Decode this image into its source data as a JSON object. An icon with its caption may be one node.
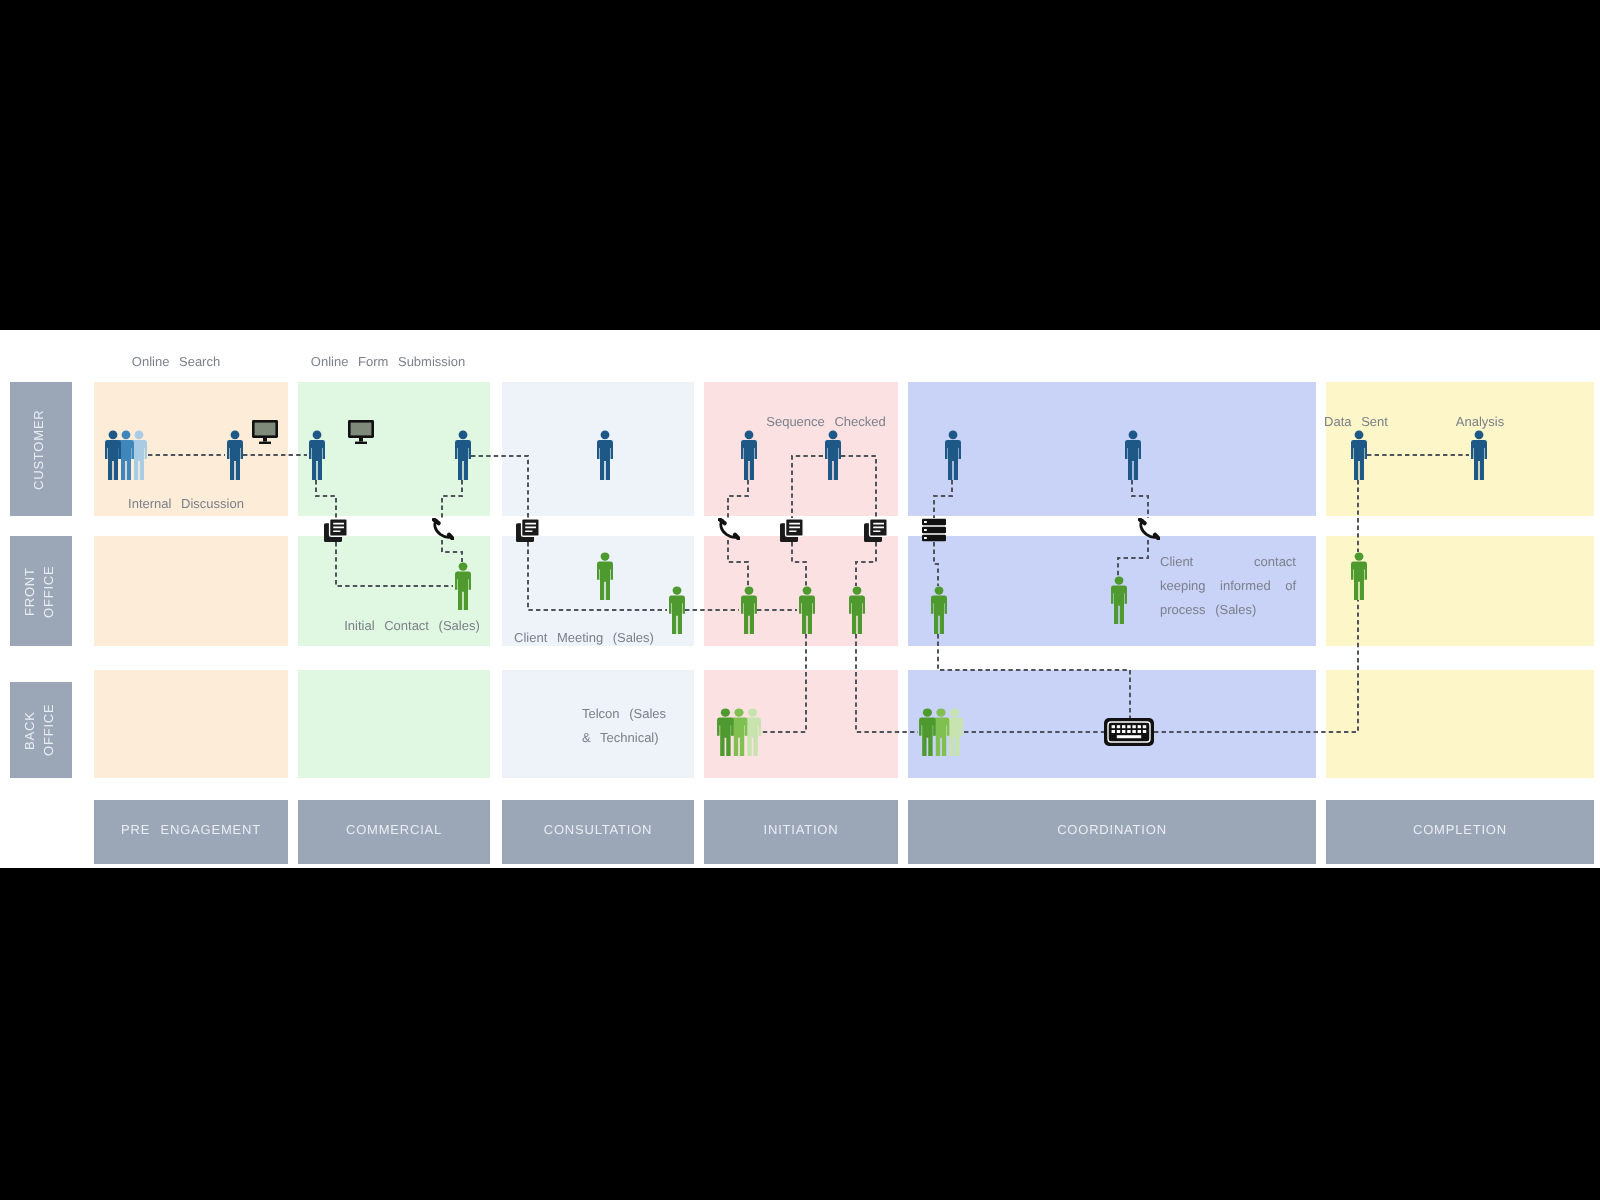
{
  "diagram": {
    "nodes": [
      {
        "text": [
          "CUSTOMER"
        ]
      },
      {
        "text": [],
        "shape": "people",
        "beside": [
          "Internal Discussion"
        ]
      },
      {
        "text": [],
        "shape": "person"
      },
      {
        "text": [],
        "shape": "person"
      },
      {
        "text": [],
        "shape": "person"
      },
      {
        "text": [],
        "shape": "person"
      },
      {
        "text": [],
        "shape": "person"
      },
      {
        "text": [],
        "shape": "person",
        "beside": [
          "Sequence Checked"
        ]
      },
      {
        "text": [],
        "shape": "person"
      },
      {
        "text": [],
        "shape": "person"
      },
      {
        "text": [],
        "shape": "person",
        "beside": [
          "Data Sent"
        ]
      },
      {
        "text": [],
        "shape": "person",
        "beside": [
          "Analysis"
        ]
      },
      {
        "text": [],
        "shape": "picture"
      },
      {
        "text": [],
        "shape": "picture"
      },
      {
        "text": [],
        "shape": "picture"
      },
      {
        "text": [],
        "shape": "picture"
      },
      {
        "text": [],
        "shape": "picture"
      },
      {
        "text": [],
        "shape": "picture"
      },
      {
        "text": [],
        "shape": "picture"
      },
      {
        "text": [],
        "shape": "picture"
      },
      {
        "text": [
          "FRONT OFFICE"
        ]
      },
      {
        "text": [],
        "shape": "person",
        "beside": [
          "Initial Contact (Sales)"
        ]
      },
      {
        "text": [],
        "shape": "person"
      },
      {
        "text": [],
        "shape": "person"
      },
      {
        "text": [],
        "shape": "person"
      },
      {
        "text": [],
        "shape": "person"
      },
      {
        "text": [],
        "shape": "person"
      },
      {
        "text": [],
        "shape": "person"
      },
      {
        "text": [],
        "shape": "person"
      },
      {
        "text": [],
        "shape": "person"
      },
      {
        "text": [
          "BACK OFFICE"
        ]
      },
      {
        "text": [],
        "shape": "people",
        "beside": [
          "Telcon (Sales & Technical)"
        ]
      },
      {
        "text": [],
        "shape": "people"
      },
      {
        "text": [],
        "shape": "picture"
      },
      {
        "text": [
          "PRE ENGAGEMENT"
        ]
      },
      {
        "text": [
          "COMMERCIAL"
        ]
      },
      {
        "text": [
          "CONSULTATION"
        ]
      },
      {
        "text": [
          "INITIATION"
        ]
      },
      {
        "text": [
          "COORDINATION"
        ]
      },
      {
        "text": [
          "COMPLETION"
        ]
      }
    ],
    "edges": [
      {
        "from": 1,
        "to": 2,
        "arrow": "none",
        "style": "dashed"
      },
      {
        "from": 2,
        "to": 3,
        "arrow": "none",
        "style": "dashed"
      },
      {
        "from": 3,
        "to": 12,
        "arrow": "none",
        "style": "dashed"
      },
      {
        "from": 12,
        "to": 21,
        "arrow": "none",
        "style": "dashed"
      },
      {
        "from": 4,
        "to": 13,
        "arrow": "none",
        "style": "dashed"
      },
      {
        "from": 13,
        "to": 21,
        "arrow": "none",
        "style": "dashed"
      },
      {
        "from": 4,
        "to": 14,
        "arrow": "none",
        "style": "dashed"
      },
      {
        "from": 14,
        "to": 23,
        "arrow": "none",
        "style": "dashed"
      },
      {
        "from": 23,
        "to": 24,
        "arrow": "none",
        "style": "dashed"
      },
      {
        "from": 24,
        "to": 25,
        "arrow": "none",
        "style": "dashed"
      },
      {
        "from": 6,
        "to": 15,
        "arrow": "none",
        "style": "dashed"
      },
      {
        "from": 15,
        "to": 24,
        "arrow": "none",
        "style": "dashed"
      },
      {
        "from": 7,
        "to": 16,
        "arrow": "none",
        "style": "dashed"
      },
      {
        "from": 16,
        "to": 25,
        "arrow": "none",
        "style": "dashed"
      },
      {
        "from": 7,
        "to": 17,
        "arrow": "none",
        "style": "dashed"
      },
      {
        "from": 17,
        "to": 26,
        "arrow": "none",
        "style": "dashed"
      },
      {
        "from": 25,
        "to": 31,
        "arrow": "none",
        "style": "dashed"
      },
      {
        "from": 26,
        "to": 32,
        "arrow": "none",
        "style": "dashed"
      },
      {
        "from": 8,
        "to": 18,
        "arrow": "none",
        "style": "dashed"
      },
      {
        "from": 18,
        "to": 27,
        "arrow": "none",
        "style": "dashed"
      },
      {
        "from": 27,
        "to": 33,
        "arrow": "none",
        "style": "dashed"
      },
      {
        "from": 32,
        "to": 33,
        "arrow": "none",
        "style": "dashed"
      },
      {
        "from": 33,
        "to": 29,
        "arrow": "none",
        "style": "dashed"
      },
      {
        "from": 9,
        "to": 19,
        "arrow": "none",
        "style": "dashed"
      },
      {
        "from": 19,
        "to": 28,
        "arrow": "none",
        "style": "dashed"
      },
      {
        "from": 10,
        "to": 11,
        "arrow": "none",
        "style": "dashed"
      },
      {
        "from": 10,
        "to": 29,
        "arrow": "none",
        "style": "dashed"
      }
    ],
    "labels": [
      "Online Search",
      "Online Form Submission",
      "Client Meeting (Sales)",
      "Client contact keeping informed of process (Sales)"
    ]
  }
}
